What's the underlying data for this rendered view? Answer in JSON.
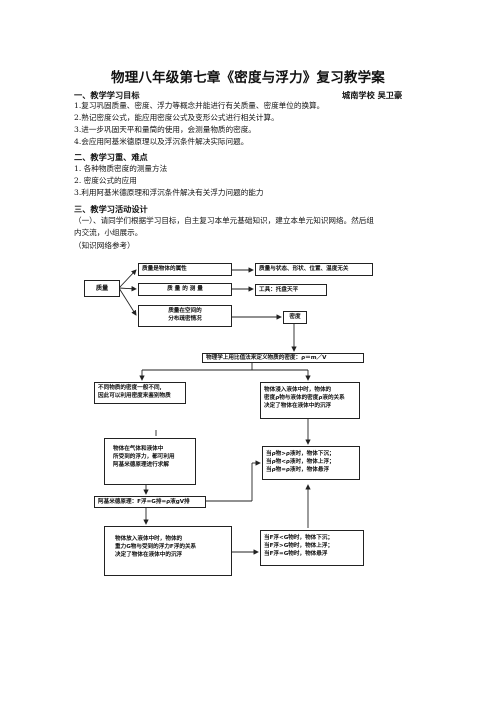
{
  "title": "物理八年级第七章《密度与浮力》复习教学案",
  "section1": {
    "heading": "一、教学学习目标",
    "author": "城南学校 吴卫豪",
    "items": [
      "1.复习巩固质量、密度、浮力等概念并能进行有关质量、密度单位的换算。",
      "2.熟记密度公式，能应用密度公式及变形公式进行相关计算。",
      "3.进一步巩固天平和量筒的使用，会测量物质的密度。",
      "4.会应用阿基米德原理以及浮沉条件解决实际问题。"
    ]
  },
  "section2": {
    "heading": "二、教学习重、难点",
    "items": [
      "1. 各种物质密度的测量方法",
      "2. 密度公式的应用",
      "3.利用阿基米德原理和浮沉条件解决有关浮力问题的能力"
    ]
  },
  "section3": {
    "heading": "三、教学习活动设计",
    "para_line1": "（一）、请同学们根据学习目标，自主复习本单元基础知识，建立本单元知识网络。然后组",
    "para_line2": "内交流，小组展示。",
    "note": "（知识网络参考）"
  },
  "diagram": {
    "mass": "质量",
    "attr": "质量是物体的属性",
    "attr_detail": "质量与状态、形状、位置、温度无关",
    "measure": "质 量 的 测 量",
    "tool": "工具：托盘天平",
    "distribution_l1": "质量在空间的",
    "distribution_l2": "分布疏密情况",
    "density": "密度",
    "definition": "物理学上用比值法来定义物质的密度：ρ＝m／V",
    "identify_l1": "不同物质的密度一般不同,",
    "identify_l2": "因此可以利用密度来鉴别物质",
    "immersed_l1": "物体浸入液体中时，物体的",
    "immersed_l2": "密度ρ物与液体的密度ρ液的关系",
    "immersed_l3": "决定了物体在液体中的沉浮",
    "buoy_l1": "物体在气体和液体中",
    "buoy_l2": "所受到的浮力，都可利用",
    "buoy_l3": "阿基米德原理进行求解",
    "density_cmp_l1": "当ρ物>ρ液时，物体下沉；",
    "density_cmp_l2": "当ρ物<ρ液时，物体上浮；",
    "density_cmp_l3": "当ρ物=ρ液时，物体悬浮",
    "archimedes": "阿基米德原理：F浮=G排=ρ液gV排",
    "force_l1": "物体放入液体中时，物体的",
    "force_l2": "重力G物与受到的浮力F浮的关系",
    "force_l3": "决定了物体在液体中的沉浮",
    "force_cmp_l1": "当F浮<G物时，物体下沉；",
    "force_cmp_l2": "当F浮>G物时，物体上浮；",
    "force_cmp_l3": "当F浮=G物时，物体悬浮"
  }
}
